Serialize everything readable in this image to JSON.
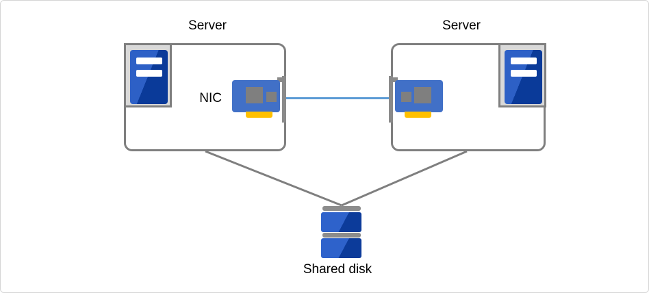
{
  "diagram": {
    "type": "cluster-architecture-diagram",
    "labels": {
      "server_left": "Server",
      "server_right": "Server",
      "nic": "NIC",
      "shared_disk": "Shared disk"
    },
    "icons": {
      "server_tower_left": "server-tower-icon (blue tower, two white drive bays, gray frame)",
      "server_tower_right": "server-tower-icon (blue tower, two white drive bays, gray frame)",
      "nic_left": "network-card-icon (blue card, gray chips, yellow edge connector, gray PCI bracket)",
      "nic_right": "network-card-icon (mirrored blue card, gray chips, yellow edge connector, gray PCI bracket)",
      "shared_disk": "disk-stack-icon (two blue platters with gray caps)"
    },
    "connections": [
      {
        "from": "nic_left",
        "to": "nic_right",
        "style": "blue-line"
      },
      {
        "from": "server_left",
        "to": "shared_disk",
        "style": "gray-line"
      },
      {
        "from": "server_right",
        "to": "shared_disk",
        "style": "gray-line"
      }
    ]
  },
  "colors": {
    "canvas_border": "#d5d5d5",
    "box_border": "#7f7f7f",
    "frame_fill": "#d9d9d9",
    "tower_blue_light": "#2d60c6",
    "tower_blue_dark": "#0a3a99",
    "nic_card": "#4170c7",
    "nic_chip": "#7f7f7f",
    "nic_connector": "#ffc000",
    "bracket": "#8a8a8a",
    "link_blue": "#5b9bd5",
    "link_gray": "#7f7f7f",
    "disk_cap": "#8c8c8c",
    "disk_light": "#2e62cb",
    "disk_dark": "#0c3b9a",
    "text": "#000000"
  }
}
